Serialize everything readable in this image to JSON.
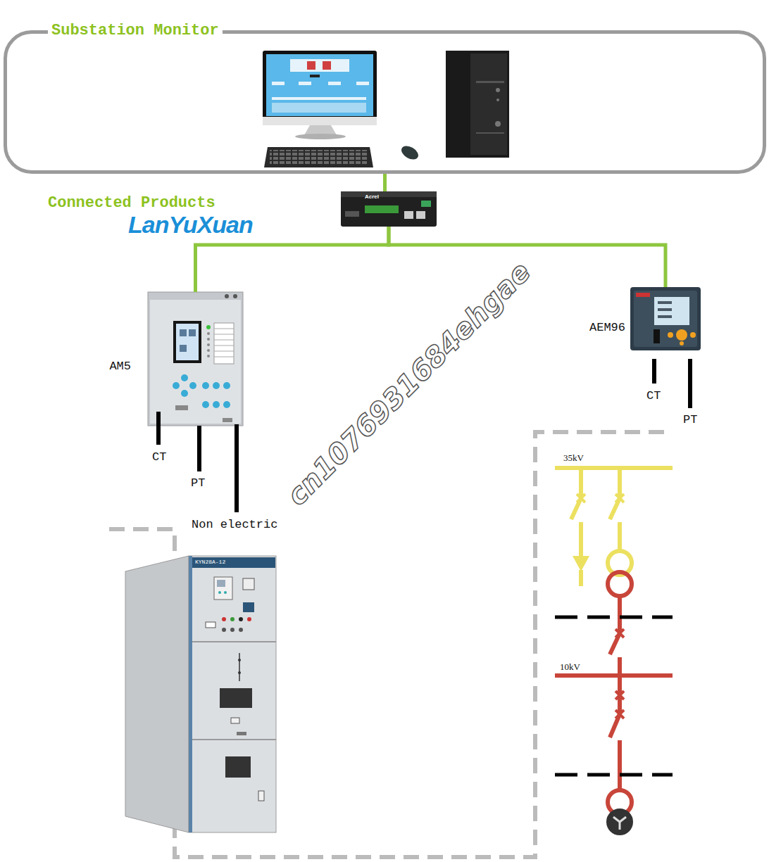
{
  "diagram": {
    "nodes": [
      {
        "text": [
          "Substation Monitor"
        ]
      },
      {
        "text": [
          "Acrel"
        ]
      },
      {
        "text": [
          "AM5"
        ]
      },
      {
        "text": [
          "AEM96"
        ]
      }
    ],
    "edges": [
      {
        "from": 0,
        "to": 1,
        "arrow": "none"
      },
      {
        "from": 1,
        "to": 2,
        "arrow": "none"
      },
      {
        "from": 1,
        "to": 3,
        "arrow": "none"
      }
    ],
    "labels": [
      "Connected Products",
      "LanYuXuan",
      "cn1076931684ehgae",
      "CT",
      "PT",
      "Non electric",
      "CT",
      "PT",
      "35kV",
      "10kV",
      "KYN28A-12"
    ]
  }
}
